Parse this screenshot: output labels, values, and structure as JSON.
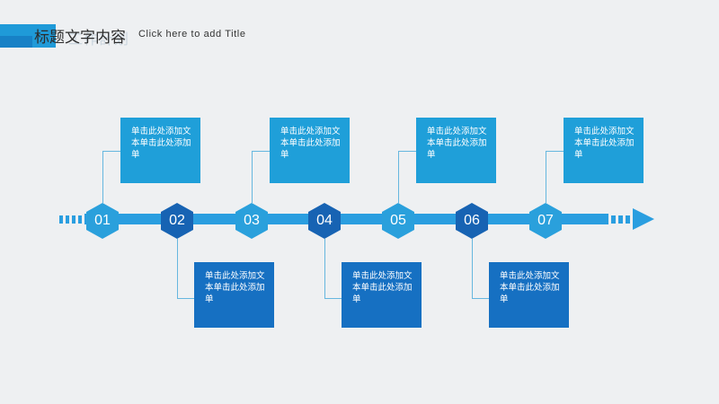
{
  "header": {
    "title": "标题文字内容",
    "subtitle": "Click here to add Title",
    "ghost_title": "工作計划"
  },
  "timeline": {
    "steps": [
      {
        "number": "01",
        "text": "单击此处添加文本单击此处添加单",
        "position": "top",
        "tone": "light"
      },
      {
        "number": "02",
        "text": "单击此处添加文本单击此处添加单",
        "position": "bottom",
        "tone": "dark"
      },
      {
        "number": "03",
        "text": "单击此处添加文本单击此处添加单",
        "position": "top",
        "tone": "light"
      },
      {
        "number": "04",
        "text": "单击此处添加文本单击此处添加单",
        "position": "bottom",
        "tone": "dark"
      },
      {
        "number": "05",
        "text": "单击此处添加文本单击此处添加单",
        "position": "top",
        "tone": "light"
      },
      {
        "number": "06",
        "text": "单击此处添加文本单击此处添加单",
        "position": "bottom",
        "tone": "dark"
      },
      {
        "number": "07",
        "text": "单击此处添加文本单击此处添加单",
        "position": "top",
        "tone": "light"
      }
    ]
  },
  "colors": {
    "background": "#eef0f2",
    "light_blue": "#1f9fd9",
    "dark_blue": "#1670c2",
    "line_blue": "#2a9ee0",
    "connector": "#66b7df"
  }
}
